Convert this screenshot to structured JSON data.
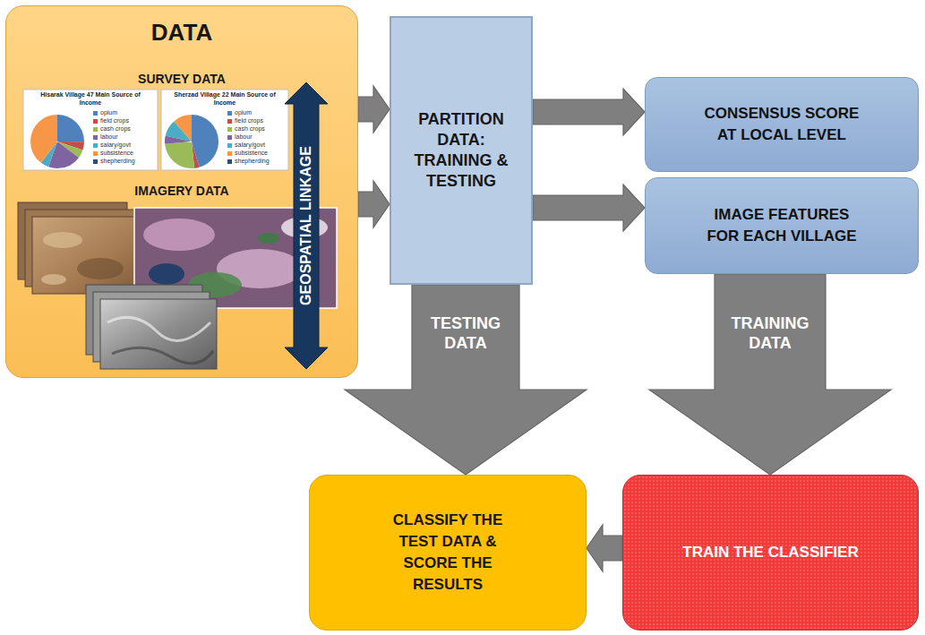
{
  "diagram": {
    "nodes": [
      {
        "text": [
          "DATA",
          "SURVEY DATA",
          "IMAGERY DATA"
        ]
      },
      {
        "text": [
          "PARTITION DATA: TRAINING & TESTING"
        ]
      },
      {
        "text": [
          "CONSENSUS SCORE AT LOCAL LEVEL"
        ]
      },
      {
        "text": [
          "IMAGE FEATURES FOR EACH VILLAGE"
        ]
      },
      {
        "text": [
          "CLASSIFY THE TEST DATA & SCORE THE RESULTS"
        ]
      },
      {
        "text": [
          "TRAIN THE CLASSIFIER"
        ]
      }
    ],
    "edges": [
      {
        "from": 0,
        "to": 1,
        "arrow": "to"
      },
      {
        "from": 0,
        "to": 1,
        "arrow": "to"
      },
      {
        "from": 1,
        "to": 2,
        "arrow": "to"
      },
      {
        "from": 1,
        "to": 3,
        "arrow": "to"
      },
      {
        "from": 1,
        "to": 4,
        "arrow": "to",
        "label": "TESTING DATA"
      },
      {
        "from": 3,
        "to": 5,
        "arrow": "to",
        "label": "TRAINING DATA"
      },
      {
        "from": 5,
        "to": 4,
        "arrow": "to"
      }
    ],
    "labels": [
      "GEOSPATIAL LINKAGE",
      "Hisarak Village 47 Main Source of Income",
      "Sherzad Village 22 Main Source of Income"
    ],
    "legend": [
      {
        "text": "opium",
        "color": "#4F81BD"
      },
      {
        "text": "field crops",
        "color": "#C0504D"
      },
      {
        "text": "cash crops",
        "color": "#9BBB59"
      },
      {
        "text": "labour",
        "color": "#8064A2"
      },
      {
        "text": "salary/govt",
        "color": "#4BACC6"
      },
      {
        "text": "subsistence",
        "color": "#F79646"
      },
      {
        "text": "shepherding",
        "color": "#2C4D75"
      },
      {
        "text": "opium",
        "color": "#4F81BD"
      },
      {
        "text": "field crops",
        "color": "#C0504D"
      },
      {
        "text": "cash crops",
        "color": "#9BBB59"
      },
      {
        "text": "labour",
        "color": "#8064A2"
      },
      {
        "text": "salary/govt",
        "color": "#4BACC6"
      },
      {
        "text": "subsistence",
        "color": "#F79646"
      },
      {
        "text": "shepherding",
        "color": "#2C4D75"
      }
    ]
  }
}
